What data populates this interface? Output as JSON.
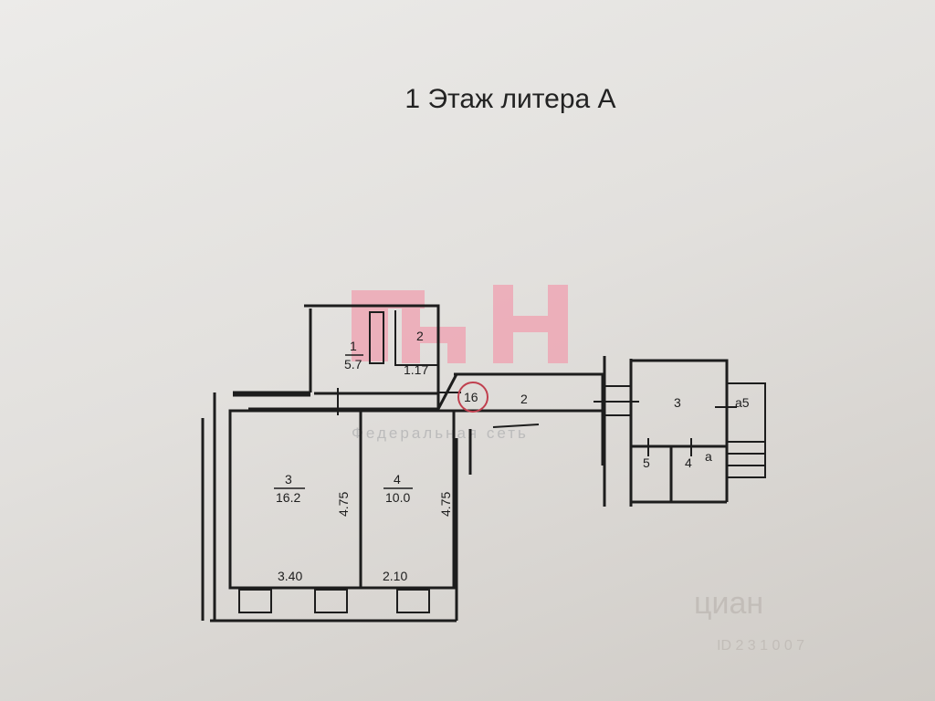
{
  "title": "1 Этаж литера А",
  "rooms_main": [
    {
      "number": "1",
      "area": "5.7"
    },
    {
      "number": "2",
      "dimension": "1.17"
    },
    {
      "number": "3",
      "area": "16.2",
      "height": "4.75",
      "width": "3.40"
    },
    {
      "number": "4",
      "area": "10.0",
      "height": "4.75",
      "width": "2.10"
    },
    {
      "number": "2"
    }
  ],
  "marker": "16",
  "rooms_annex": [
    "3",
    "5",
    "4",
    "a",
    "a5"
  ],
  "watermark_logo": "БН",
  "watermark_text": "Федеральная сеть",
  "watermark_cian": "циан",
  "watermark_id": "ID 2 3 1 0 0 7",
  "colors": {
    "logo": "#f0a0b0",
    "marker": "#c0404f"
  }
}
